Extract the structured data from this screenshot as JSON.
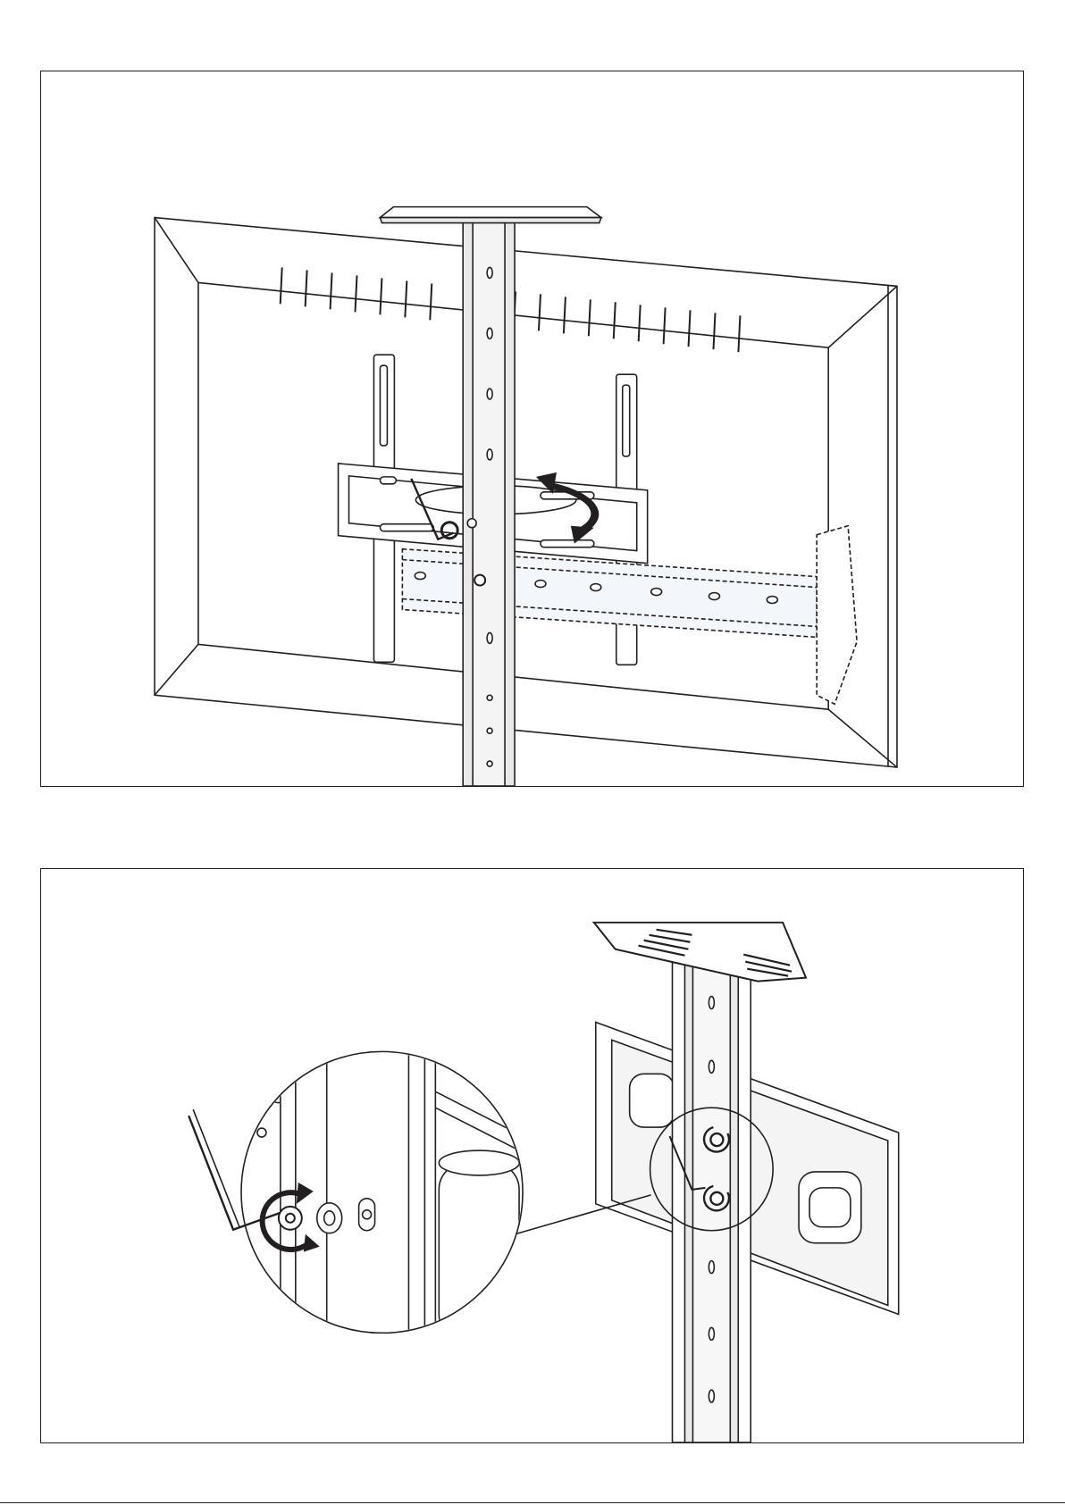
{
  "document": {
    "type": "assembly instruction page",
    "figures": [
      {
        "id": "step-overview",
        "depicts": "tv-mount-on-column-stand",
        "callouts": [
          "tilt-rotation-arrow",
          "allen-key",
          "hex-bolt"
        ]
      },
      {
        "id": "step-detail",
        "depicts": "column-with-top-shelf-and-bracket",
        "callouts": [
          "magnified-detail-circle",
          "tighten-rotation-arrows",
          "allen-key",
          "hex-bolt",
          "washer"
        ]
      }
    ],
    "colors": {
      "line": "#231f20",
      "fill": "#ffffff",
      "shade": "#e9e9e9",
      "tint": "#f3f6fb"
    }
  }
}
